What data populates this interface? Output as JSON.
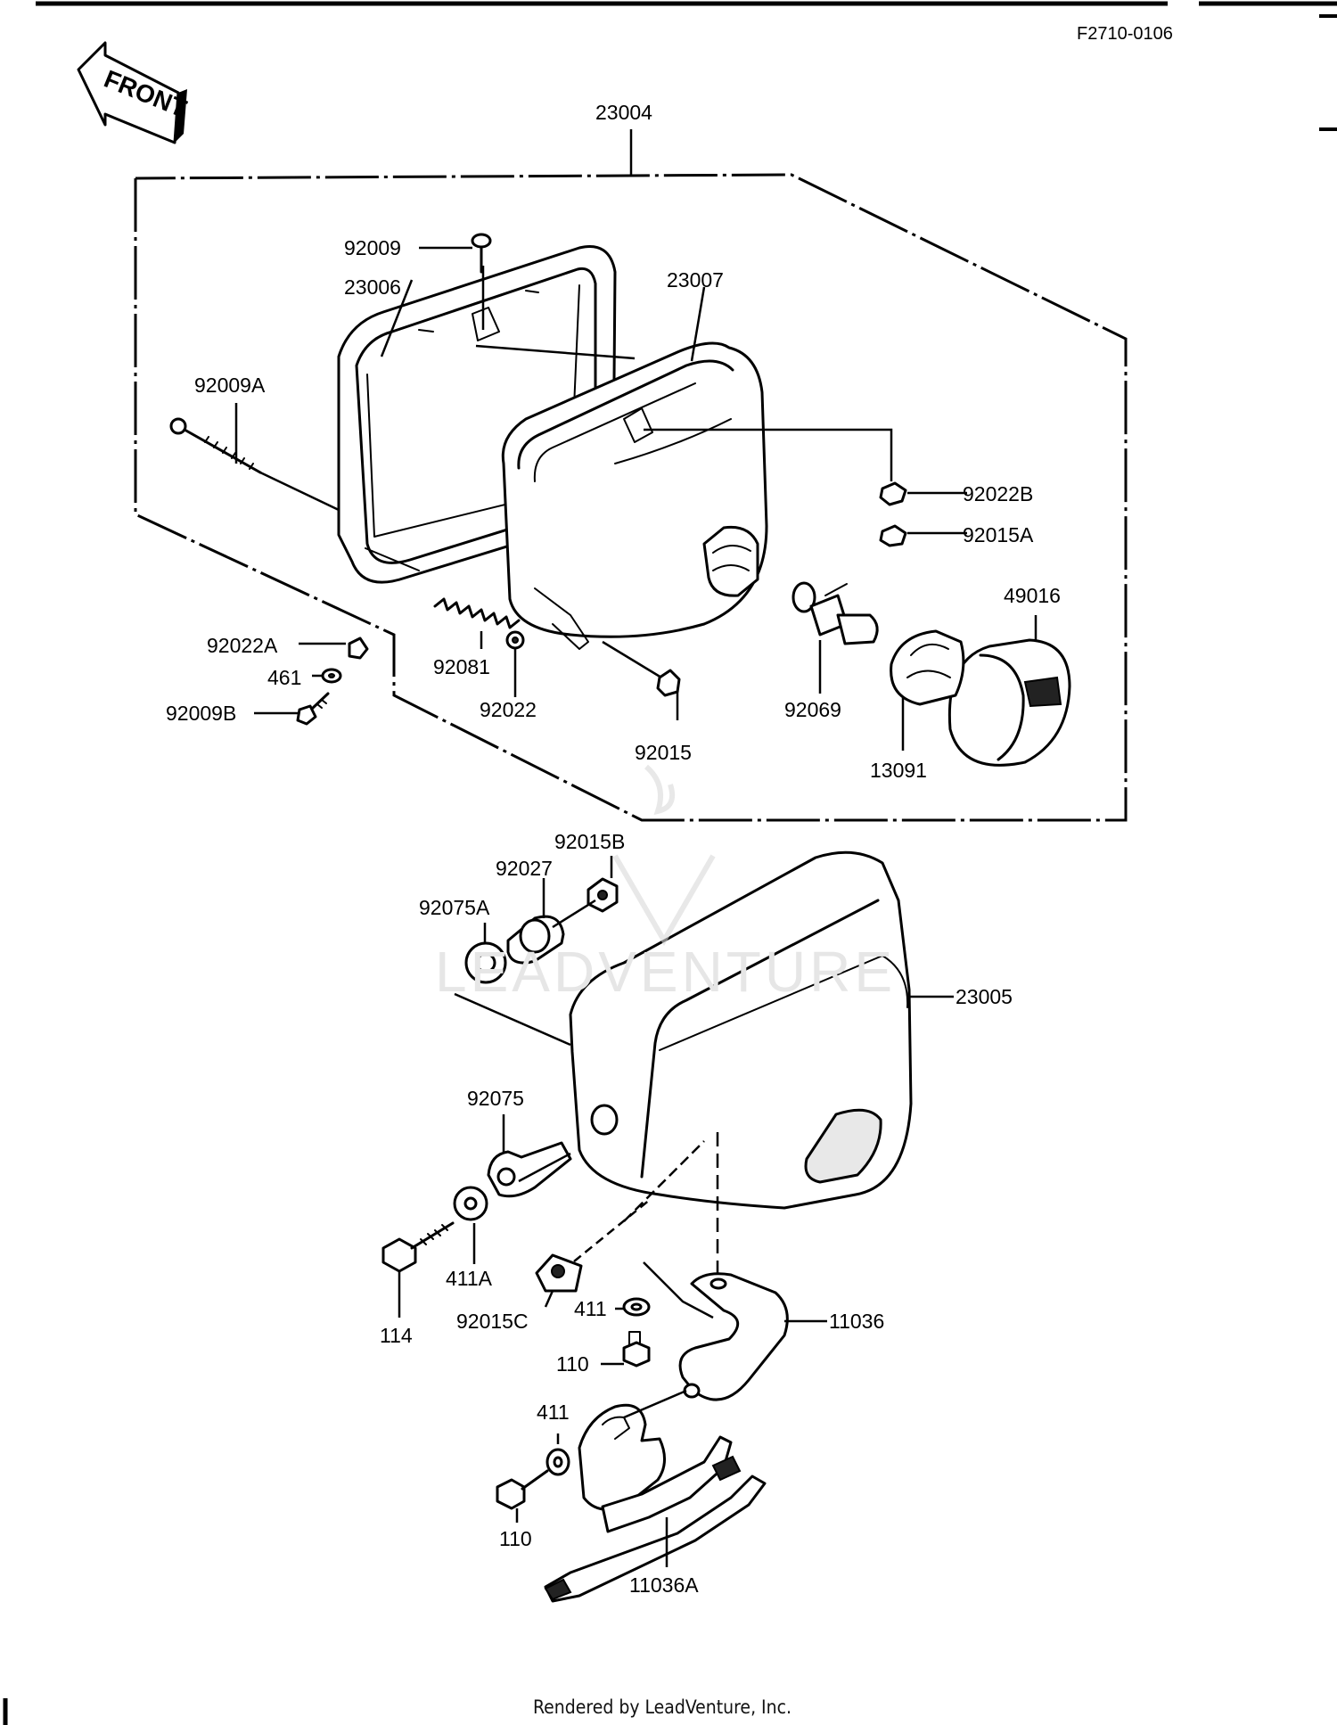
{
  "diagram_code": "F2710-0106",
  "front_arrow_label": "FRONT",
  "footer": "Rendered by LeadVenture, Inc.",
  "watermark": "LEADVENTURE",
  "labels": {
    "p23004": "23004",
    "p92009": "92009",
    "p23006": "23006",
    "p23007": "23007",
    "p92009A": "92009A",
    "p92022B": "92022B",
    "p92015A": "92015A",
    "p49016": "49016",
    "p92022A": "92022A",
    "p461": "461",
    "p92009B": "92009B",
    "p92081": "92081",
    "p92022": "92022",
    "p92015": "92015",
    "p92069": "92069",
    "p13091": "13091",
    "p92015B": "92015B",
    "p92027": "92027",
    "p92075A": "92075A",
    "p23005": "23005",
    "p92075": "92075",
    "p411A": "411A",
    "p114": "114",
    "p92015C": "92015C",
    "p411a": "411",
    "p110a": "110",
    "p11036": "11036",
    "p411b": "411",
    "p110b": "110",
    "p11036A": "11036A"
  }
}
